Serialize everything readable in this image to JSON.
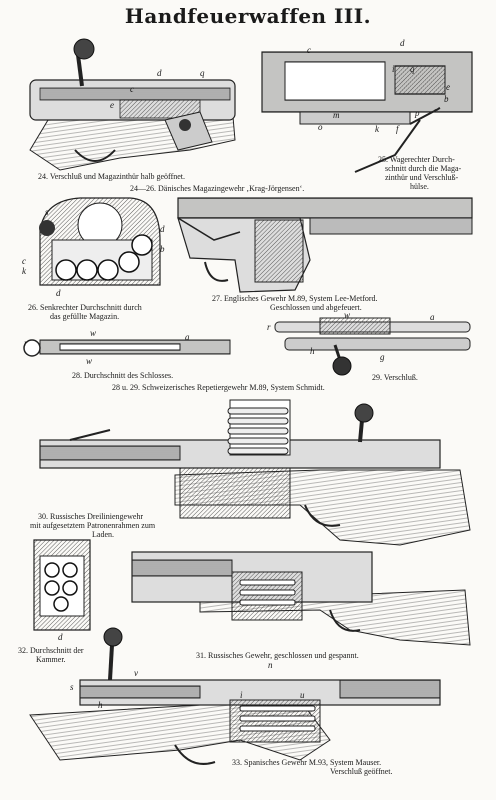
{
  "title": "Handfeuerwaffen III.",
  "captions": {
    "c24": "24. Verschluß und Magazinthür halb geöffnet.",
    "c24_26": "24—26. Dänisches Magazingewehr ‚Krag-Jörgensen‘.",
    "c25_l1": "25. Wagerechter Durch-",
    "c25_l2": "schnitt durch die Maga-",
    "c25_l3": "zinthür und Verschluß-",
    "c25_l4": "hülse.",
    "c26_l1": "26. Senkrechter Durchschnitt durch",
    "c26_l2": "das gefüllte Magazin.",
    "c27_l1": "27. Englisches Gewehr M.89, System Lee-Metford.",
    "c27_l2": "Geschlossen und abgefeuert.",
    "c28": "28. Durchschnitt des Schlosses.",
    "c29": "29. Verschluß.",
    "c28_29": "28 u. 29. Schweizerisches Repetiergewehr M.89, System Schmidt.",
    "c30_l1": "30. Russisches Dreilinien­gewehr",
    "c30_l2": "mit aufgesetztem Patronenrahmen zum",
    "c30_l3": "Laden.",
    "c31": "31. Russisches Gewehr, geschlossen und gespannt.",
    "c32_l1": "32. Durchschnitt der",
    "c32_l2": "Kammer.",
    "c33_l1": "33. Spanisches Gewehr M.93, System Mauser.",
    "c33_l2": "Verschluß geöffnet."
  },
  "labels": {
    "f24_d": "d",
    "f24_q": "q",
    "f24_c": "c",
    "f24_e": "e",
    "f25_c": "c",
    "f25_d": "d",
    "f25_i": "i",
    "f25_q": "q",
    "f25_e": "e",
    "f25_b": "b",
    "f25_m": "m",
    "f25_o": "o",
    "f25_k": "k",
    "f25_f": "f",
    "f25_p": "p",
    "f26_s": "s",
    "f26_c": "c",
    "f26_k": "k",
    "f26_d": "d",
    "f26_d2": "d",
    "f26_b": "b",
    "f28_w": "w",
    "f28_a": "a",
    "f28_r": "r",
    "f28_w2": "w",
    "f29_r": "r",
    "f29_w": "w",
    "f29_a": "a",
    "f29_g": "g",
    "f29_h": "h",
    "f32_d": "d",
    "f33_n": "n",
    "f33_s": "s",
    "f33_v": "v",
    "f33_h": "h",
    "f33_i": "i",
    "f33_u": "u"
  }
}
